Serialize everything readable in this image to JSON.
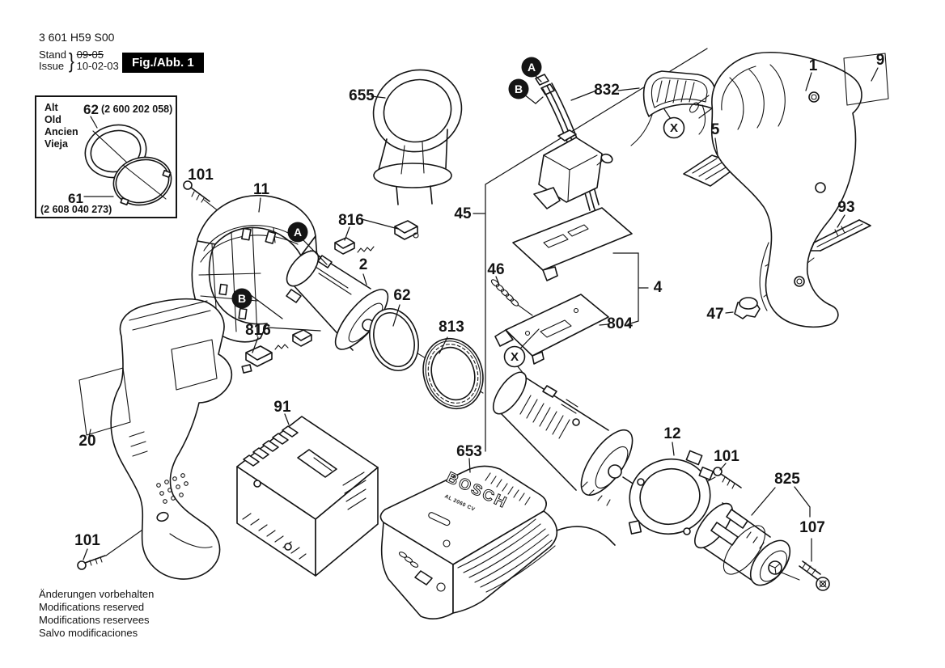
{
  "doc": {
    "type_number": "3 601 H59 S00",
    "stand_label": "Stand",
    "issue_label": "Issue",
    "brace": "}",
    "superseded_date": "09-05",
    "issue_date": "10-02-03",
    "figure_label": "Fig./Abb. 1",
    "footer_line_1": "Änderungen vorbehalten",
    "footer_line_2": "Modifications reserved",
    "footer_line_3": "Modifications reservees",
    "footer_line_4": "Salvo modificaciones"
  },
  "old_parts_box": {
    "lang_line_1": "Alt",
    "lang_line_2": "Old",
    "lang_line_3": "Ancien",
    "lang_line_4": "Vieja",
    "upper_item_number": "62",
    "upper_item_code": "(2 600 202 058)",
    "lower_item_number": "61",
    "lower_item_code": "(2 608 040 273)"
  },
  "charger": {
    "brand": "BOSCH",
    "model": "AL 2060 CV"
  },
  "markers": [
    {
      "symbol": "A"
    },
    {
      "symbol": "B"
    },
    {
      "symbol": "A"
    },
    {
      "symbol": "B"
    },
    {
      "symbol": "X"
    },
    {
      "symbol": "X"
    }
  ],
  "callouts": [
    {
      "label": "655"
    },
    {
      "label": "101"
    },
    {
      "label": "11"
    },
    {
      "label": "816"
    },
    {
      "label": "2"
    },
    {
      "label": "62"
    },
    {
      "label": "816"
    },
    {
      "label": "813"
    },
    {
      "label": "45"
    },
    {
      "label": "832"
    },
    {
      "label": "5"
    },
    {
      "label": "46"
    },
    {
      "label": "4"
    },
    {
      "label": "804"
    },
    {
      "label": "1"
    },
    {
      "label": "9"
    },
    {
      "label": "93"
    },
    {
      "label": "47"
    },
    {
      "label": "12"
    },
    {
      "label": "101"
    },
    {
      "label": "825"
    },
    {
      "label": "107"
    },
    {
      "label": "20"
    },
    {
      "label": "101"
    },
    {
      "label": "91"
    },
    {
      "label": "653"
    }
  ],
  "colors": {
    "ink": "#141414",
    "background": "#ffffff"
  }
}
